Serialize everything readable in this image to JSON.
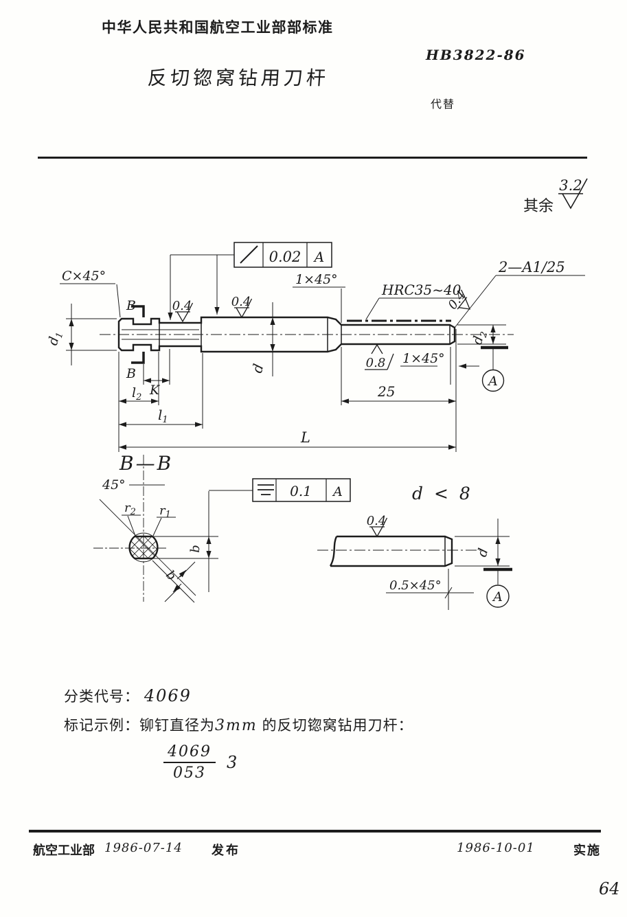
{
  "header": {
    "authority": "中华人民共和国航空工业部部标准",
    "standard_no": "HB3822-86",
    "title": "反切锪窝钻用刀杆",
    "replaces": "代替"
  },
  "drawing": {
    "general_roughness": {
      "prefix": "其余",
      "value": "3.2"
    },
    "roughness_marks": [
      "0.4",
      "0.4",
      "0.8",
      "0.4",
      "0.4"
    ],
    "frames": {
      "runout": {
        "symbol_icon": "circular-runout-icon",
        "value": "0.02",
        "datum": "A"
      },
      "symmetry": {
        "symbol_icon": "symmetry-icon",
        "value": "0.1",
        "datum": "A"
      }
    },
    "labels": {
      "chamfer_c": "C×45°",
      "section": "B",
      "k": "K",
      "length": "L",
      "dim_25": "25",
      "d": "d",
      "hardness": "HRC35~40",
      "chamfer_1x45_a": "1×45°",
      "chamfer_1x45_b": "1×45°",
      "taper": "2—A1/25",
      "datum": "A"
    },
    "sub_labels": {
      "d1": {
        "b": "d",
        "s": "1"
      },
      "d2": {
        "b": "d",
        "s": "2"
      },
      "l1": {
        "b": "l",
        "s": "1"
      },
      "l2": {
        "b": "l",
        "s": "2"
      },
      "r1": {
        "b": "r",
        "s": "1"
      },
      "r2": {
        "b": "r",
        "s": "2"
      }
    },
    "section_view": {
      "title": "B—B",
      "angle": "45°",
      "b": "b"
    },
    "small_view": {
      "condition": "d < 8",
      "chamfer": "0.5×45°",
      "d": "d",
      "datum": "A"
    }
  },
  "notes": {
    "class_code_label": "分类代号：",
    "class_code": "4069",
    "example_prefix": "标记示例：铆钉直径为",
    "example_size": "3mm",
    "example_suffix": " 的反切锪窝钻用刀杆：",
    "designation": {
      "numerator": "4069",
      "denominator": "053",
      "size": "3"
    }
  },
  "footer": {
    "issuer": "航空工业部",
    "issue_date": "1986-07-14",
    "issue_label": "发布",
    "impl_date": "1986-10-01",
    "impl_label": "实施",
    "page_number": "64"
  },
  "colors": {
    "ink": "#1c1c1c",
    "paper": "#fefefc"
  }
}
